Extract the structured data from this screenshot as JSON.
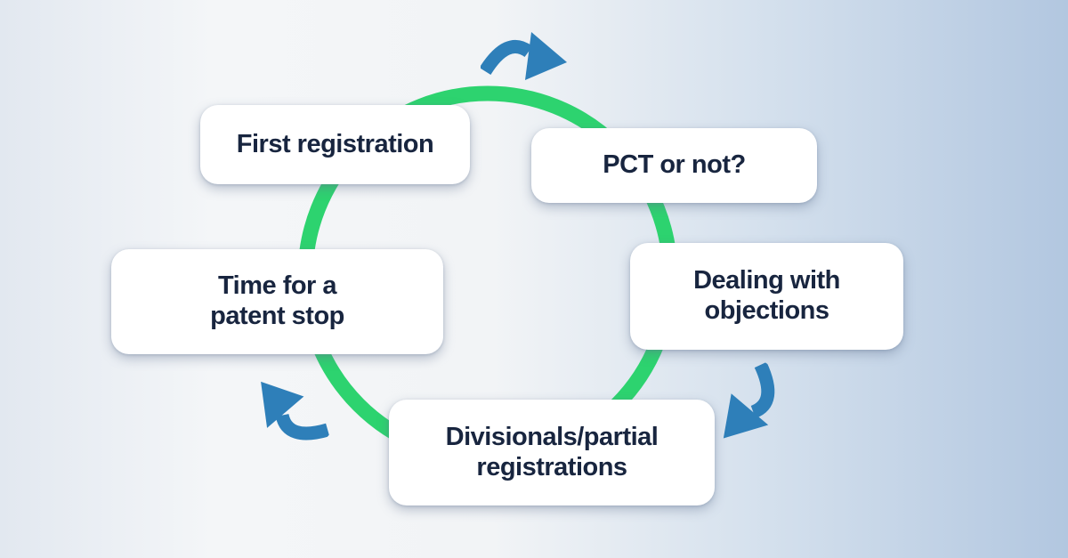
{
  "diagram": {
    "type": "cycle",
    "direction": "clockwise",
    "steps": [
      {
        "label": "First registration"
      },
      {
        "label": "PCT or not?"
      },
      {
        "label": "Dealing with\nobjections"
      },
      {
        "label": "Divisionals/partial\nregistrations"
      },
      {
        "label": "Time for a\npatent stop"
      }
    ]
  },
  "icons": [
    {
      "name": "flow-arrow-top-icon",
      "meaning": "clockwise curved arrow at top of cycle"
    },
    {
      "name": "flow-arrow-right-icon",
      "meaning": "clockwise curved arrow on right of cycle"
    },
    {
      "name": "flow-arrow-bottom-left-icon",
      "meaning": "clockwise curved arrow at bottom left of cycle"
    }
  ],
  "colors": {
    "circle_green": "#2DD36F",
    "arrow_blue": "#2E7FB9",
    "text_navy": "#18253F",
    "card_white": "#FFFFFF",
    "background_left": "#E2E8F0",
    "background_center": "#F4F6F8",
    "background_right": "#B2C7E0"
  }
}
